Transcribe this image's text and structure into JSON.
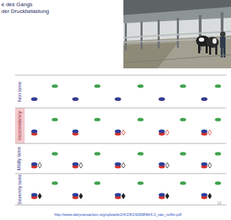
{
  "diagram": {
    "labels": [
      "e des Gangs",
      "der Druckbelastung",
      "Non lame",
      "Inconsistency",
      "Mildly lame",
      "Severely lame",
      "12",
      "http://www.dairycareaction.org/uploads/2/4/2/6/24266896/4.2_van_nuffel.pdf"
    ]
  }
}
